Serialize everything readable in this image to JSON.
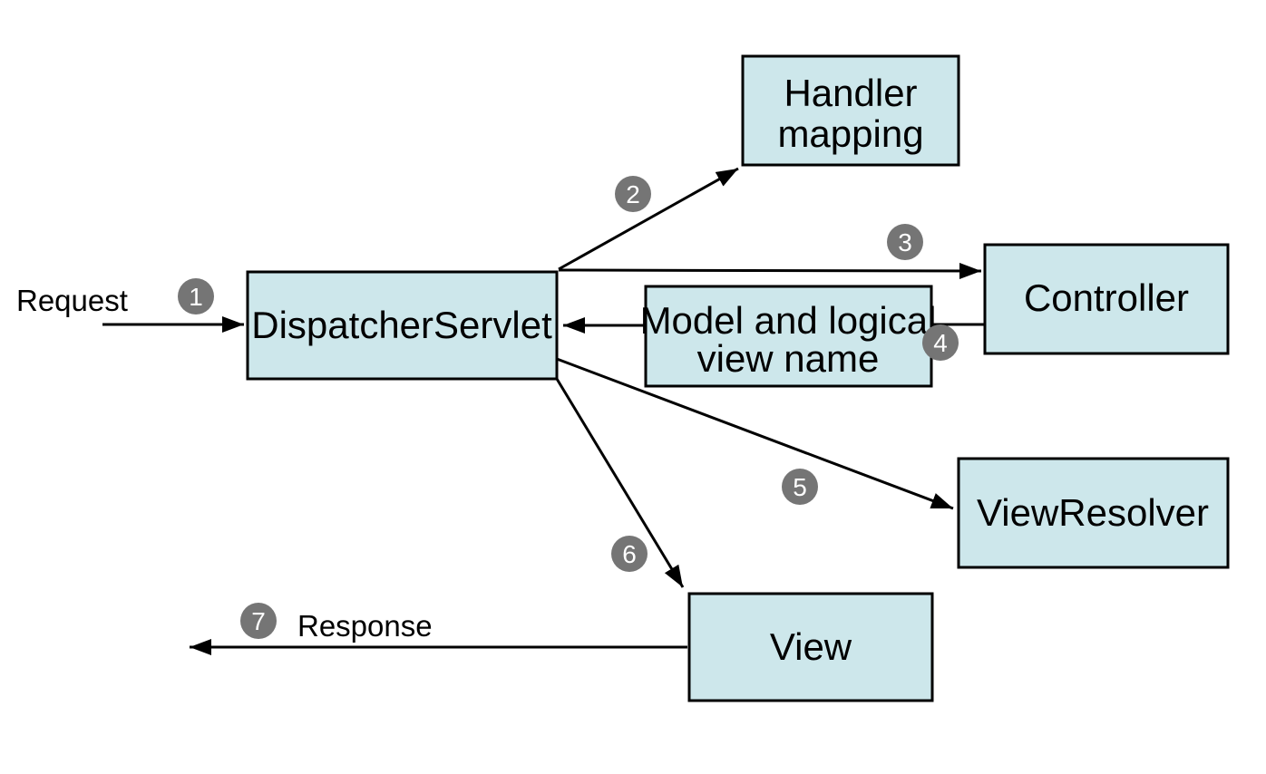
{
  "colors": {
    "background": "#ffffff",
    "box_fill": "#cde7eb",
    "box_border": "#000000",
    "badge_fill": "#757575",
    "badge_text": "#ffffff",
    "arrow": "#000000",
    "text": "#000000"
  },
  "nodes": {
    "dispatcher_servlet": {
      "label": "DispatcherServlet"
    },
    "handler_mapping": {
      "line1": "Handler",
      "line2": "mapping"
    },
    "controller": {
      "label": "Controller"
    },
    "model_and_view": {
      "line1": "Model and logical",
      "line2": "view name"
    },
    "view_resolver": {
      "label": "ViewResolver"
    },
    "view": {
      "label": "View"
    }
  },
  "labels": {
    "request": "Request",
    "response": "Response"
  },
  "flow": [
    {
      "step": "1",
      "from": "Request",
      "to": "DispatcherServlet"
    },
    {
      "step": "2",
      "from": "DispatcherServlet",
      "to": "Handler mapping"
    },
    {
      "step": "3",
      "from": "DispatcherServlet",
      "to": "Controller"
    },
    {
      "step": "4",
      "from": "Controller",
      "to": "DispatcherServlet",
      "via": "Model and logical view name"
    },
    {
      "step": "5",
      "from": "DispatcherServlet",
      "to": "ViewResolver"
    },
    {
      "step": "6",
      "from": "DispatcherServlet",
      "to": "View"
    },
    {
      "step": "7",
      "from": "View",
      "to": "Response"
    }
  ]
}
